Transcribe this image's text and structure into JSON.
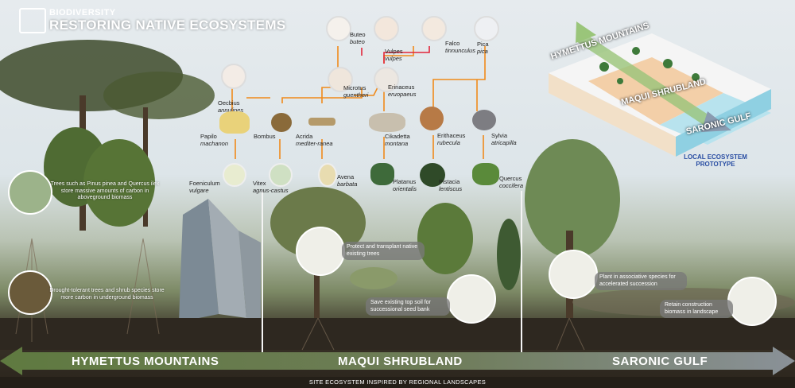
{
  "header": {
    "category": "BIODIVERSITY",
    "title": "RESTORING NATIVE ECOSYSTEMS"
  },
  "food_web": {
    "top_predators": [
      {
        "genus": "Buteo",
        "species": "buteo",
        "icon": "buzzard-icon"
      },
      {
        "genus": "Vulpes",
        "species": "vulpes",
        "icon": "fox-icon"
      },
      {
        "genus": "Falco",
        "species": "tinnunculus",
        "icon": "kestrel-icon"
      },
      {
        "genus": "Pica",
        "species": "pica",
        "icon": "magpie-icon"
      }
    ],
    "consumers_upper": [
      {
        "genus": "Oecbius",
        "species": "annulipes",
        "icon": "spider-icon"
      },
      {
        "genus": "Microtus",
        "species": "guentheri",
        "icon": "vole-icon"
      },
      {
        "genus": "Erinaceus",
        "species": "eruopaeus",
        "icon": "hedgehog-icon"
      }
    ],
    "consumers_lower": [
      {
        "genus": "Papilo",
        "species": "machanon",
        "icon": "butterfly-icon"
      },
      {
        "genus": "Bombus",
        "species": "",
        "icon": "bee-icon"
      },
      {
        "genus": "Acrida",
        "species": "mediter-ranea",
        "icon": "grasshopper-icon"
      },
      {
        "genus": "Cikadetta",
        "species": "montana",
        "icon": "cicada-icon"
      },
      {
        "genus": "Erithaceus",
        "species": "rubecula",
        "icon": "robin-icon"
      },
      {
        "genus": "Sylvia",
        "species": "atricapilla",
        "icon": "warbler-icon"
      }
    ],
    "plants": [
      {
        "genus": "Foeniculum",
        "species": "vulgare",
        "icon": "fennel-icon"
      },
      {
        "genus": "Vitex",
        "species": "agnus-castus",
        "icon": "vitex-icon"
      },
      {
        "genus": "Avena",
        "species": "barbata",
        "icon": "oat-icon"
      },
      {
        "genus": "Platanus",
        "species": "orientalis",
        "icon": "plane-leaf-icon"
      },
      {
        "genus": "Pistacia",
        "species": "lentiscus",
        "icon": "mastic-shrub-icon"
      },
      {
        "genus": "Quercus",
        "species": "coccifera",
        "icon": "oak-acorn-icon"
      }
    ]
  },
  "block_diagram": {
    "labels": {
      "mountains": "HYMETTUS MOUNTAINS",
      "shrubland": "MAQUI SHRUBLAND",
      "gulf": "SARONIC GULF"
    },
    "caption": "LOCAL ECOSYSTEM PROTOTYPE"
  },
  "notes": {
    "carbon_above": "Trees such as Pinus pinea and Quercus ilex store massive amounts of carbon in aboveground biomass",
    "carbon_below": "Drought-tolerant trees and shrub species store more carbon in underground biomass",
    "protect": "Protect and transplant native existing trees",
    "topsoil": "Save existing top soil for successional seed bank",
    "plant": "Plant in associative species for accelerated succession",
    "retain": "Retain construction biomass in landscape"
  },
  "bottom_bar": {
    "left": "HYMETTUS MOUNTAINS",
    "center": "MAQUI SHRUBLAND",
    "right": "SARONIC GULF",
    "footer": "SITE ECOSYSTEM INSPIRED BY REGIONAL LANDSCAPES"
  },
  "colors": {
    "arrow_green": "#5f7a40",
    "arrow_gray": "#8a9198",
    "food_web_orange": "#f08a1a",
    "food_web_red": "#e2253a",
    "prototype_blue": "#2a4ea3"
  }
}
